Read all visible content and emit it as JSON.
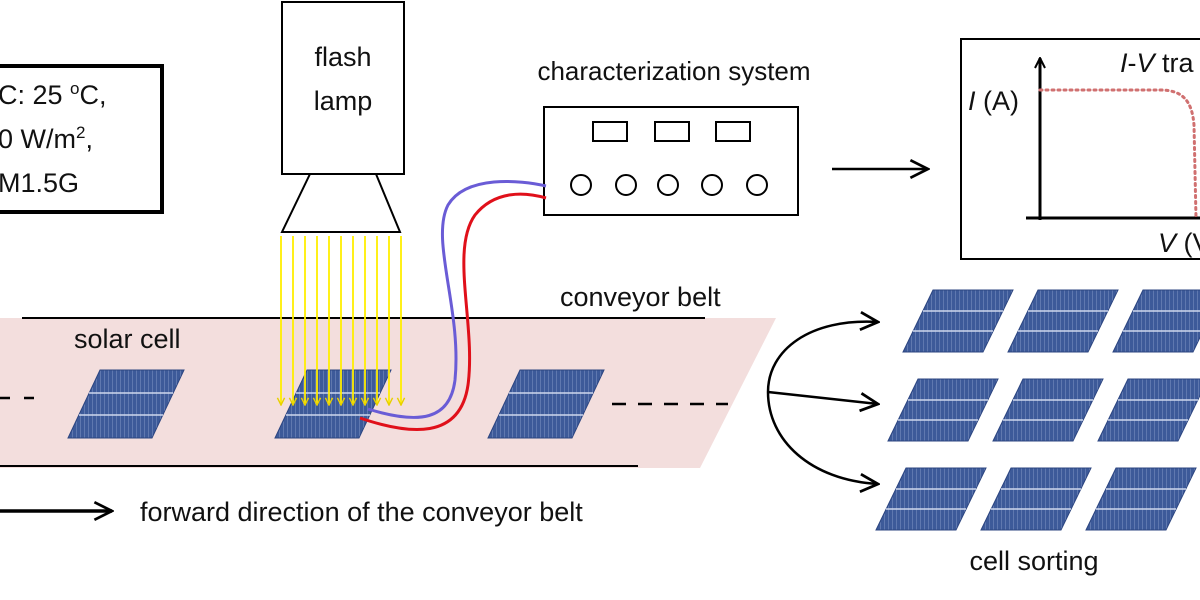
{
  "conditions": {
    "line1": "C: 25 ",
    "line1_sup": "o",
    "line1_end": "C,",
    "line2": "0 W/m",
    "line2_sup": "2",
    "line2_end": ",",
    "line3": "M1.5G"
  },
  "lamp": {
    "line1": "flash",
    "line2": "lamp"
  },
  "system": {
    "title": "characterization system"
  },
  "iv_plot": {
    "title_i": "I",
    "title_dash": "-",
    "title_v": "V",
    "title_rest": " tra",
    "y_label_var": "I",
    "y_label_unit": " (A)",
    "x_label_var": "V",
    "x_label_unit": " (V"
  },
  "belt": {
    "label": "conveyor belt",
    "cell_label": "solar cell",
    "direction_label": "forward direction of the conveyor belt"
  },
  "sorting": {
    "label": "cell sorting"
  },
  "colors": {
    "cell_fill": "#3d5a99",
    "cell_line": "#b8c6e6",
    "belt_fill": "#f3dedd",
    "light_ray": "#ffee00",
    "wire_blue": "#6a5cd6",
    "wire_red": "#e0101a",
    "iv_curve": "#d07070"
  }
}
